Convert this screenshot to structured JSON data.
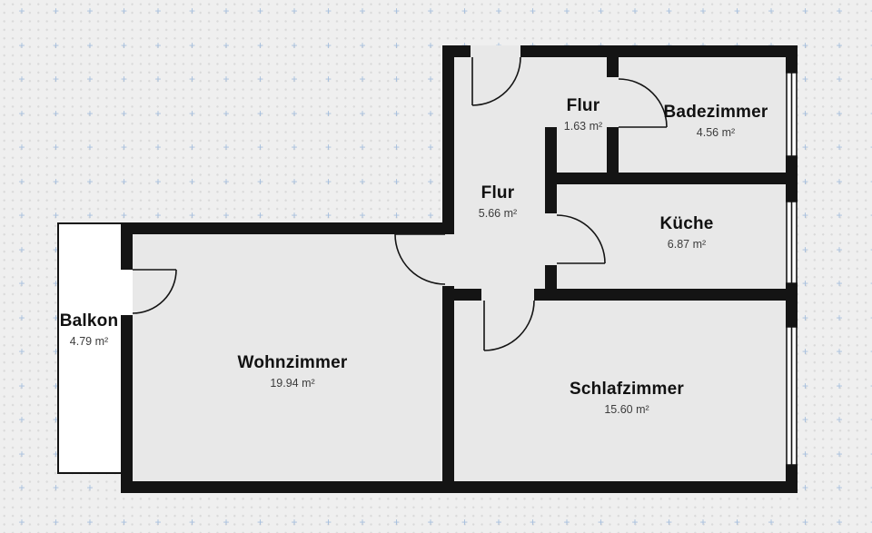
{
  "page": {
    "background_color": "#efefef",
    "fine_dot_color": "#dadada",
    "cross_color": "#a5bedd",
    "cross_glyph": "+"
  },
  "floorplan": {
    "wall_color": "#141414",
    "room_fill_color": "#e8e8e8",
    "balcony_fill_color": "#ffffff"
  },
  "rooms": {
    "flur_klein": {
      "name": "Flur",
      "area": "1.63 m²"
    },
    "badezimmer": {
      "name": "Badezimmer",
      "area": "4.56 m²"
    },
    "flur": {
      "name": "Flur",
      "area": "5.66 m²"
    },
    "kueche": {
      "name": "Küche",
      "area": "6.87 m²"
    },
    "balkon": {
      "name": "Balkon",
      "area": "4.79 m²"
    },
    "wohnzimmer": {
      "name": "Wohnzimmer",
      "area": "19.94 m²"
    },
    "schlafzimmer": {
      "name": "Schlafzimmer",
      "area": "15.60 m²"
    }
  }
}
